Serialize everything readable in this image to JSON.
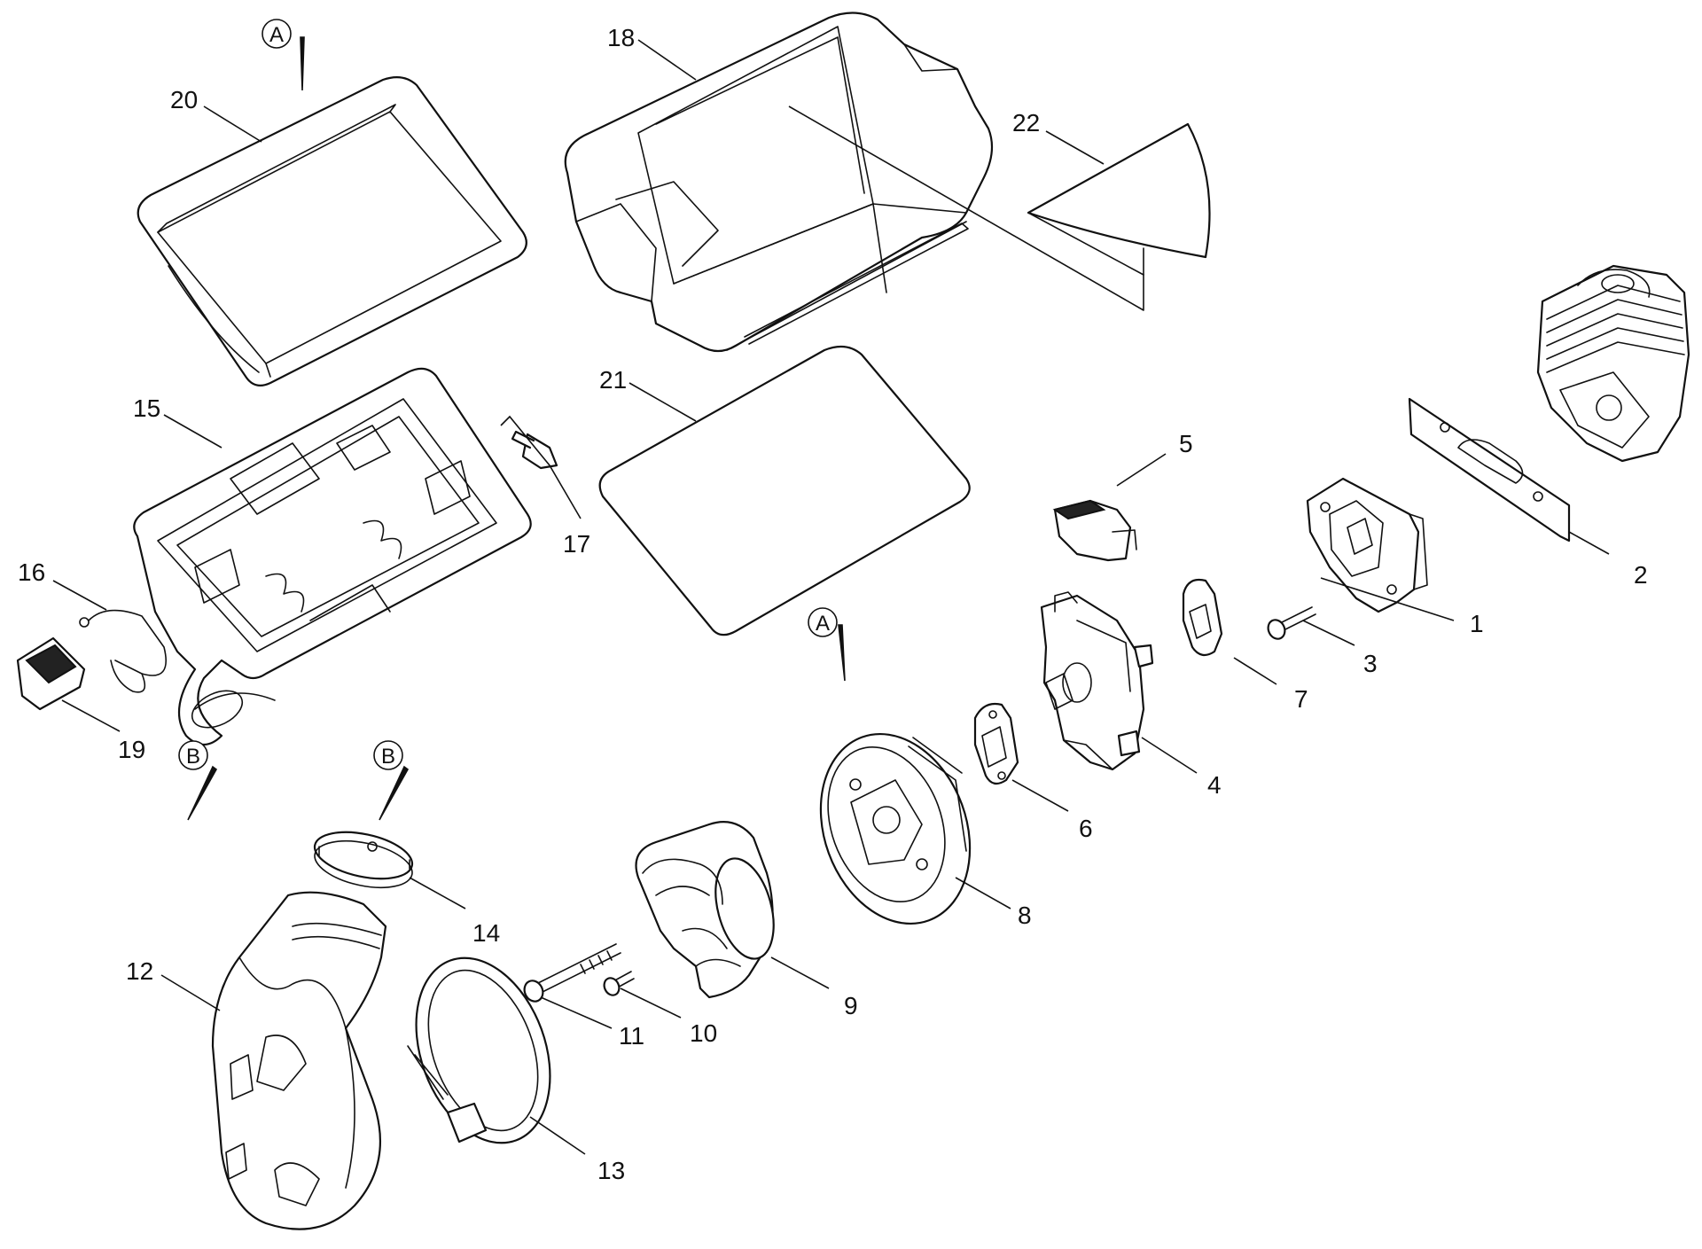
{
  "callouts": [
    "1",
    "2",
    "3",
    "4",
    "5",
    "6",
    "7",
    "8",
    "9",
    "10",
    "11",
    "12",
    "13",
    "14",
    "15",
    "16",
    "17",
    "18",
    "19",
    "20",
    "21",
    "22"
  ],
  "refs": {
    "a": "A",
    "b": "B"
  },
  "colors": {
    "line": "#111111",
    "background": "#ffffff"
  }
}
